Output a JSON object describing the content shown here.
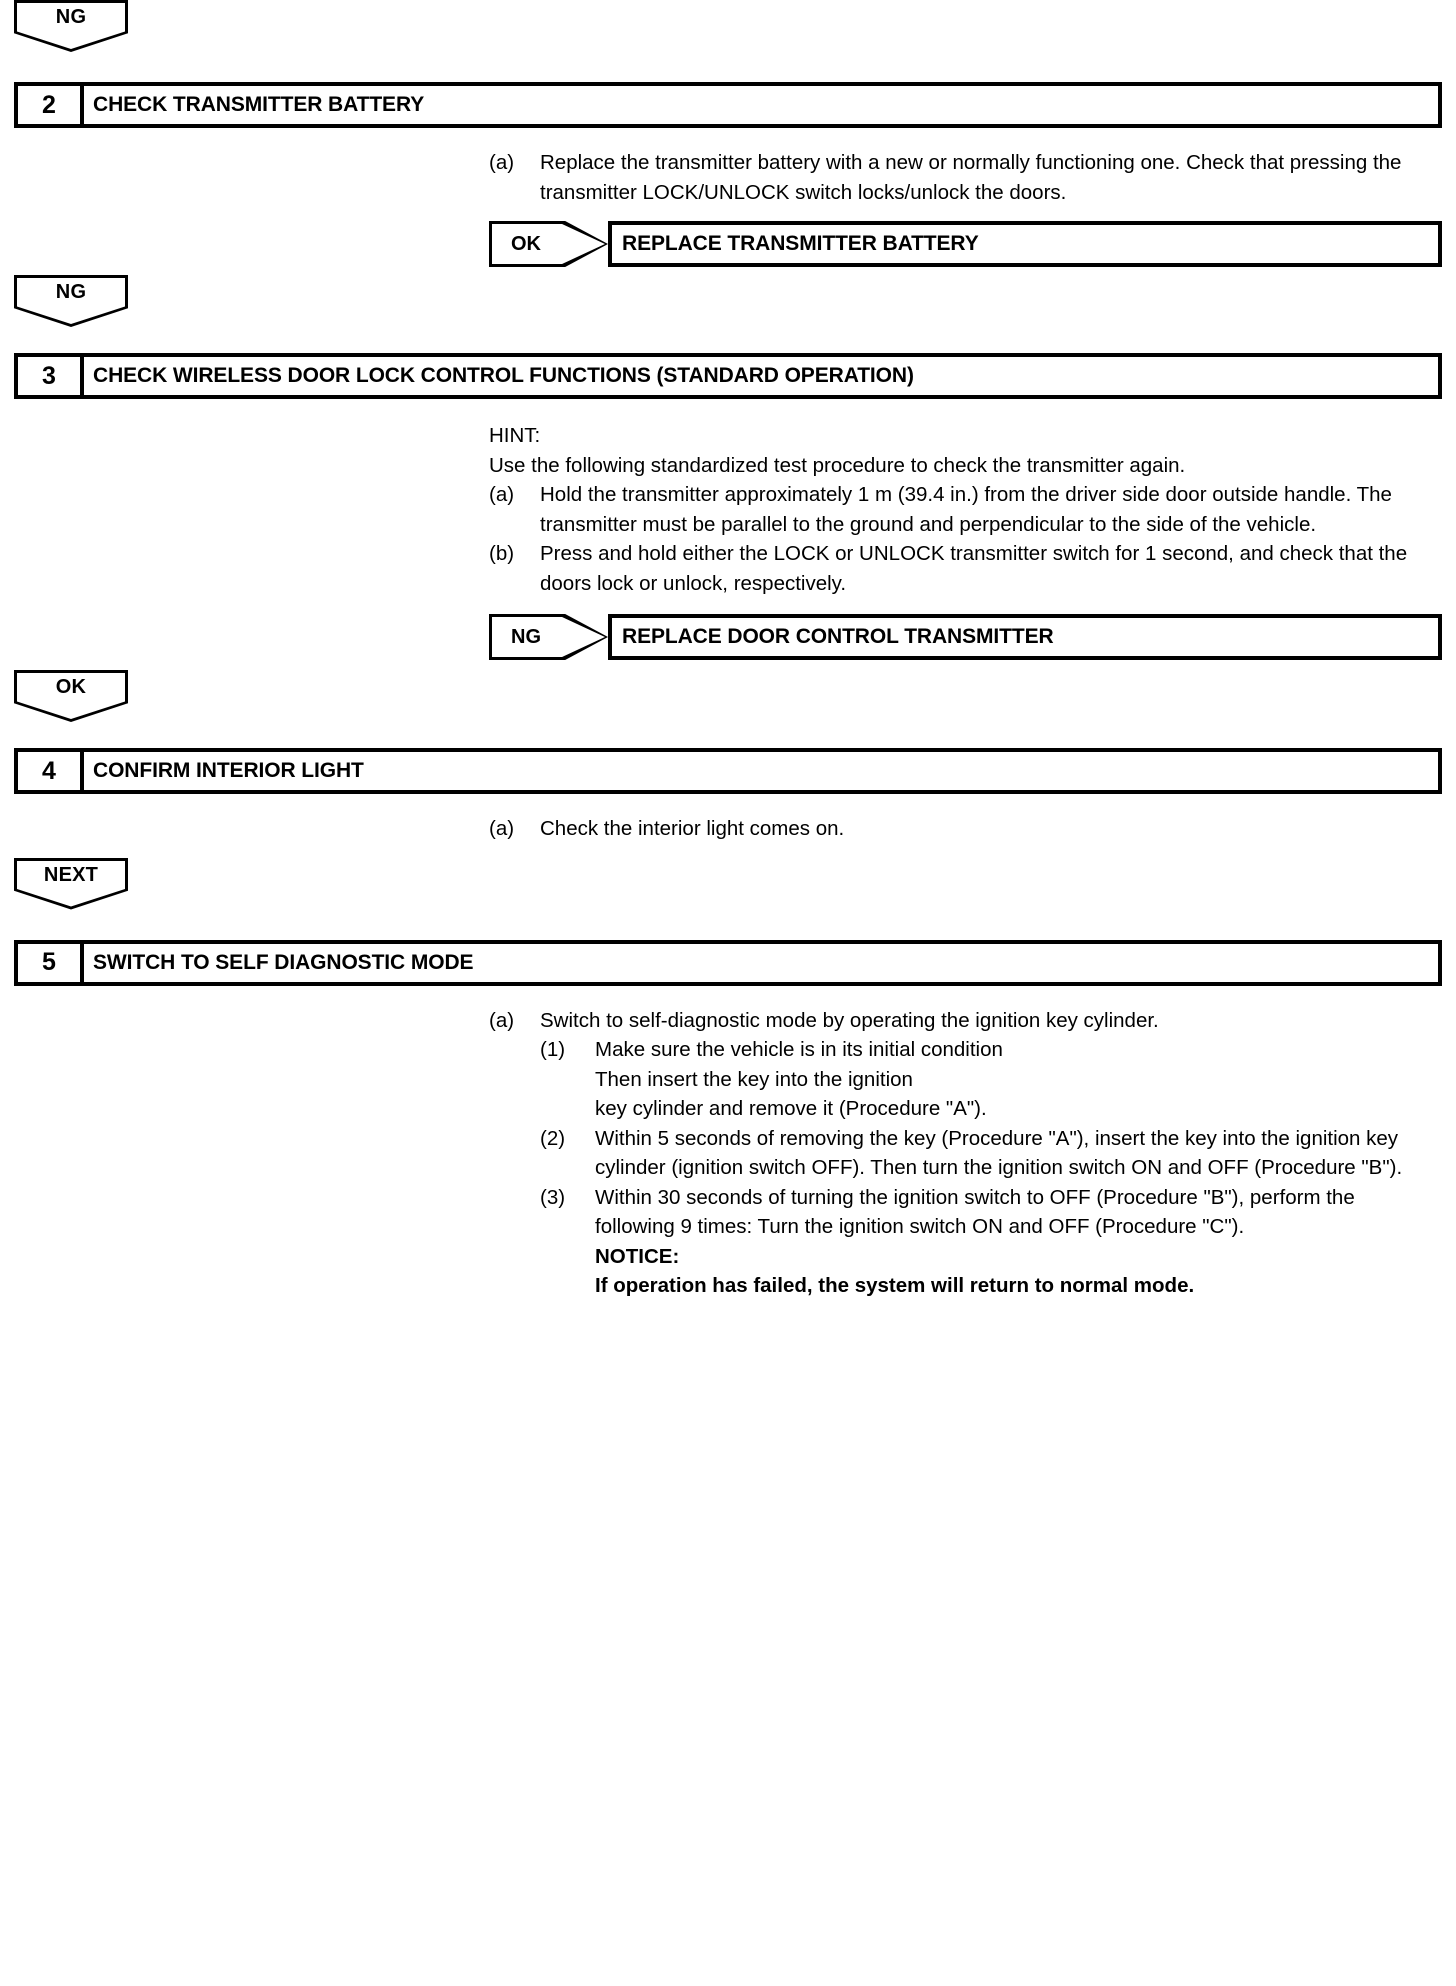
{
  "connectors": {
    "top_ng": "NG",
    "after_step2_ng": "NG",
    "after_step3_ok": "OK",
    "after_step4_next": "NEXT"
  },
  "steps": [
    {
      "number": "2",
      "title": "CHECK TRANSMITTER BATTERY",
      "procedures": [
        {
          "marker": "(a)",
          "text": "Replace the transmitter battery with a new or normally functioning one. Check that pressing the transmitter LOCK/UNLOCK switch locks/unlock the doors."
        }
      ],
      "result": {
        "tag": "OK",
        "label": "REPLACE TRANSMITTER BATTERY"
      }
    },
    {
      "number": "3",
      "title": "CHECK WIRELESS DOOR LOCK CONTROL FUNCTIONS (STANDARD OPERATION)",
      "hint_heading": "HINT:",
      "hint_text": "Use the following standardized test procedure to check the transmitter again.",
      "procedures": [
        {
          "marker": "(a)",
          "text": "Hold the transmitter approximately 1 m (39.4 in.) from the driver side door outside handle. The transmitter must be parallel to the ground and perpendicular to the side of the vehicle."
        },
        {
          "marker": "(b)",
          "text": "Press and hold either the LOCK or UNLOCK transmitter switch for 1 second, and check that the doors lock or unlock, respectively."
        }
      ],
      "result": {
        "tag": "NG",
        "label": "REPLACE DOOR CONTROL TRANSMITTER"
      }
    },
    {
      "number": "4",
      "title": "CONFIRM INTERIOR LIGHT",
      "procedures": [
        {
          "marker": "(a)",
          "text": "Check the interior light comes on."
        }
      ]
    },
    {
      "number": "5",
      "title": "SWITCH TO SELF DIAGNOSTIC MODE",
      "procedures": [
        {
          "marker": "(a)",
          "text": "Switch to self-diagnostic mode by operating the ignition key cylinder."
        }
      ],
      "substeps": [
        {
          "marker": "(1)",
          "lines": [
            "Make sure the vehicle is in its initial condition",
            "Then insert the key into the ignition",
            "key cylinder and remove it (Procedure \"A\")."
          ]
        },
        {
          "marker": "(2)",
          "text": "Within 5 seconds of removing the key (Procedure \"A\"), insert the key into the ignition key cylinder (ignition switch OFF). Then turn the ignition switch ON and OFF (Procedure \"B\")."
        },
        {
          "marker": "(3)",
          "text": "Within 30 seconds of turning the ignition switch to OFF (Procedure \"B\"), perform the following 9 times: Turn the ignition switch ON and OFF (Procedure \"C\").",
          "notice_heading": "NOTICE:",
          "notice_text": "If operation has failed, the system will return to normal mode."
        }
      ]
    }
  ]
}
